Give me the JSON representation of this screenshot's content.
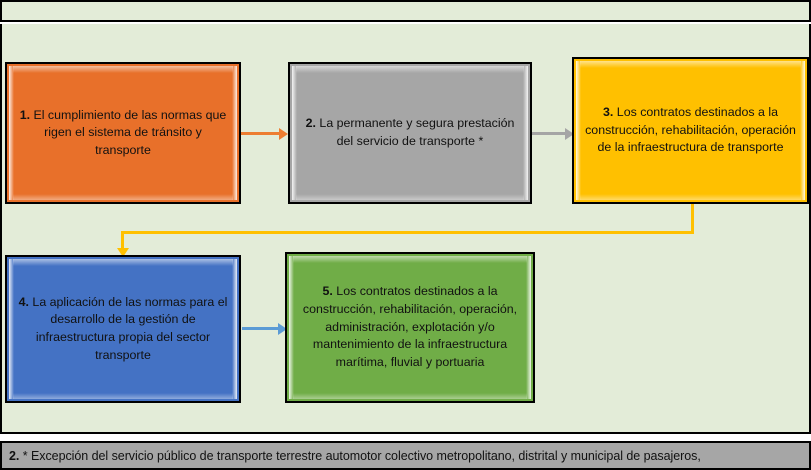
{
  "diagram": {
    "background_color": "#e3ecd8",
    "border_color": "#000000",
    "boxes": [
      {
        "id": "box-1",
        "number": "1.",
        "text": " El cumplimiento de las normas que rigen el sistema de tránsito y transporte",
        "fill": "#e8702a",
        "accent": "#e8702a"
      },
      {
        "id": "box-2",
        "number": "2.",
        "text": " La permanente y segura prestación del servicio de transporte *",
        "fill": "#a6a6a6",
        "accent": "#a6a6a6"
      },
      {
        "id": "box-3",
        "number": "3.",
        "text": " Los contratos destinados a la construcción, rehabilitación, operación de la infraestructura de transporte",
        "fill": "#ffc000",
        "accent": "#ffc000"
      },
      {
        "id": "box-4",
        "number": "4.",
        "text": " La aplicación de las normas para el desarrollo de la gestión de infraestructura propia del sector transporte",
        "fill": "#4472c4",
        "accent": "#4472c4"
      },
      {
        "id": "box-5",
        "number": "5.",
        "text": " Los contratos destinados a la construcción, rehabilitación, operación, administración, explotación y/o mantenimiento de la infraestructura marítima, fluvial y portuaria",
        "fill": "#70ad47",
        "accent": "#70ad47"
      }
    ],
    "connectors": [
      {
        "id": "arrow-1-to-2",
        "from": "box-1",
        "to": "box-2",
        "color": "#ed7d31",
        "shape": "straight-right"
      },
      {
        "id": "arrow-2-to-3",
        "from": "box-2",
        "to": "box-3",
        "color": "#a5a5a5",
        "shape": "straight-right"
      },
      {
        "id": "arrow-3-to-4",
        "from": "box-3",
        "to": "box-4",
        "color": "#ffc000",
        "shape": "elbow-down-left"
      },
      {
        "id": "arrow-4-to-5",
        "from": "box-4",
        "to": "box-5",
        "color": "#5b9bd5",
        "shape": "straight-right"
      }
    ]
  },
  "footer": {
    "number": "2.",
    "note": " * Excepción del servicio público de transporte terrestre automotor colectivo metropolitano, distrital y municipal de pasajeros,",
    "background_color": "#a6a6a6"
  }
}
